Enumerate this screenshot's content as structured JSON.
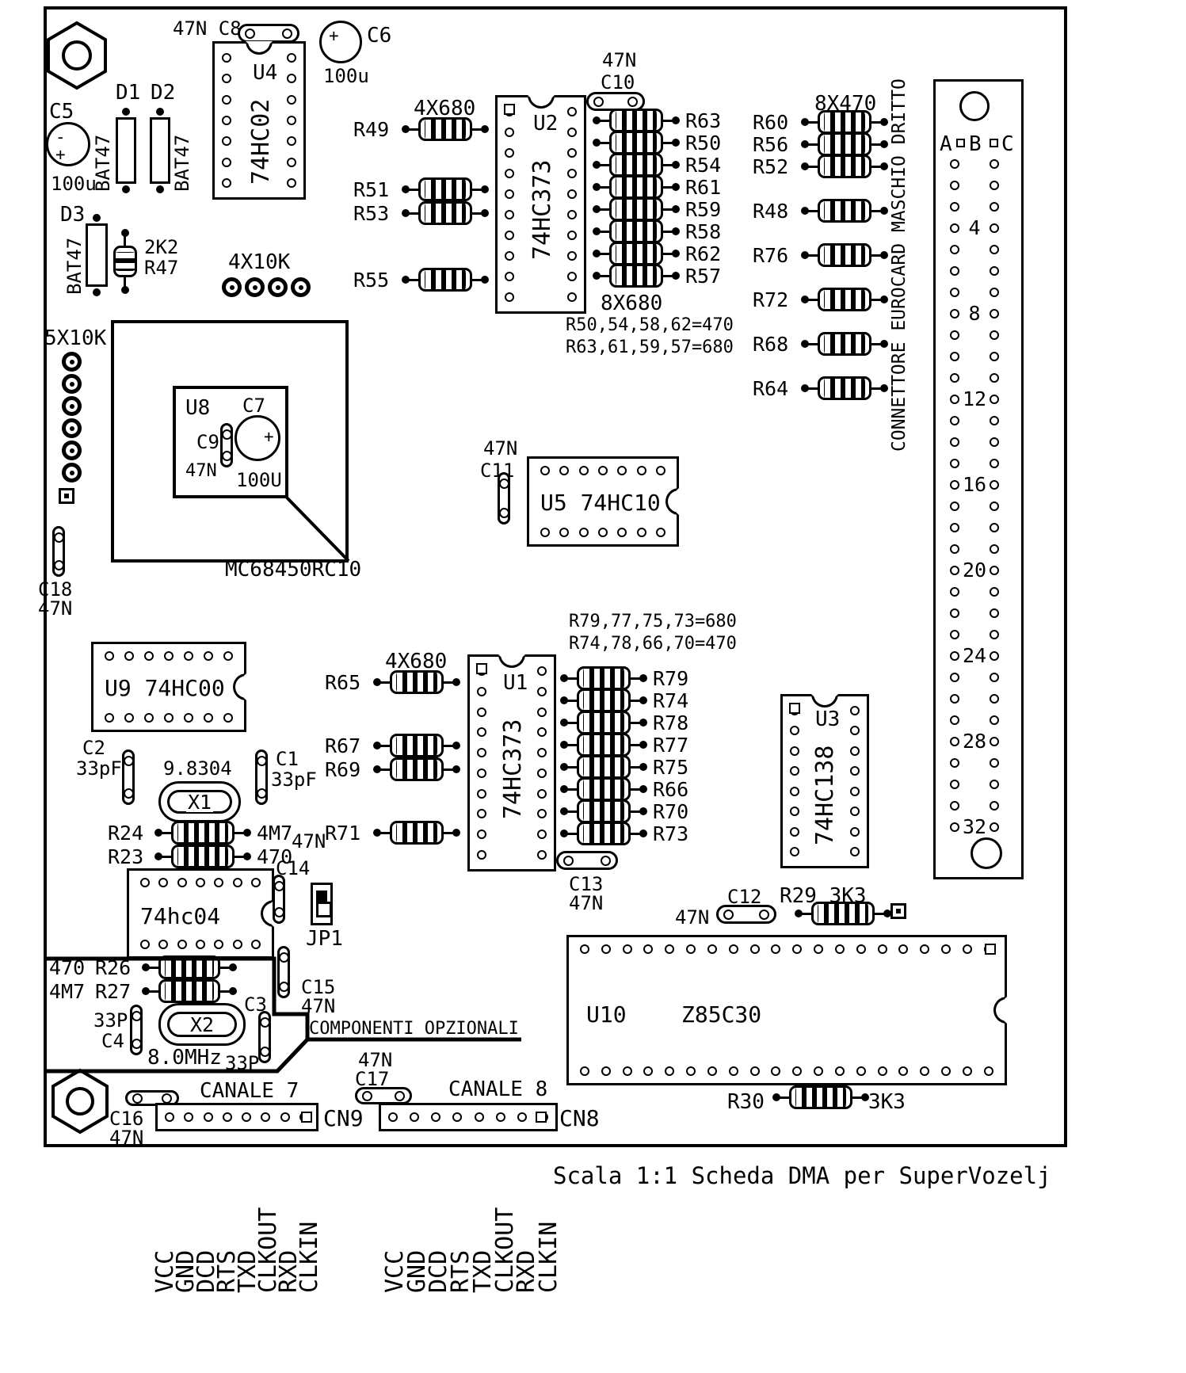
{
  "title": "Scala 1:1 Scheda DMA per SuperVozelj",
  "ics": {
    "u4_ref": "U4",
    "u4_part": "74HC02",
    "u2_ref": "U2",
    "u2_part": "74HC373",
    "u1_ref": "U1",
    "u1_part": "74HC373",
    "u3_ref": "U3",
    "u3_part": "74HC138",
    "u5_label": "U5 74HC10",
    "u9_label": "U9 74HC00",
    "u8_ref": "U8",
    "u8_part": "MC68450RC10",
    "u10_ref": "U10",
    "u10_part": "Z85C30",
    "u11_label": "74hc04"
  },
  "caps": {
    "c8_label": "47N C8",
    "c6_ref": "C6",
    "c6_val": "100u",
    "c6_mark": "+",
    "c5_ref": "C5",
    "c5_val": "100u",
    "c5_minus": "-",
    "c5_plus": "+",
    "c7_ref": "C7",
    "c7_val": "100U",
    "c7_mark": "+",
    "c9_ref": "C9",
    "c9_val": "47N",
    "c10_ref": "C10",
    "c10_val": "47N",
    "c11_ref": "C11",
    "c11_val": "47N",
    "c12_ref": "C12",
    "c12_val": "47N",
    "c13_ref": "C13",
    "c13_val": "47N",
    "c14_ref": "C14",
    "c14_val": "47N",
    "c15_ref": "C15",
    "c15_val": "47N",
    "c16_ref": "C16",
    "c16_val": "47N",
    "c17_ref": "C17",
    "c17_val": "47N",
    "c18_ref": "C18",
    "c18_val": "47N",
    "c1_ref": "C1",
    "c1_val": "33pF",
    "c2_ref": "C2",
    "c2_val": "33pF",
    "c3_ref": "C3",
    "c3_val": "33P",
    "c4_ref": "C4",
    "c4_val": "33P"
  },
  "diodes": {
    "d1_ref": "D1",
    "d1_part": "BAT47",
    "d2_ref": "D2",
    "d2_part": "BAT47",
    "d3_ref": "D3",
    "d3_part": "BAT47"
  },
  "resistors": {
    "r47_val": "2K2",
    "r47_ref": "R47",
    "r29_label": "R29 3K3",
    "r30_ref": "R30",
    "r30_val": "3K3",
    "sil4": "4X10K",
    "sil5": "5X10K",
    "bank8_680_title": "8X680",
    "bank8_470_title": "8X470",
    "bank4_top_title": "4X680",
    "bank4_mid_title": "4X680"
  },
  "notes": {
    "n1": "R50,54,58,62=470",
    "n2": "R63,61,59,57=680",
    "n3": "R79,77,75,73=680",
    "n4": "R74,78,66,70=470",
    "optional": "COMPONENTI OPZIONALI"
  },
  "banks": {
    "u2_right": [
      "R63",
      "R50",
      "R54",
      "R61",
      "R59",
      "R58",
      "R62",
      "R57"
    ],
    "x470": [
      "R60",
      "R56",
      "R52",
      "R48",
      "R76",
      "R72",
      "R68",
      "R64"
    ],
    "top4": [
      "R49",
      "R51",
      "R53",
      "R55"
    ],
    "mid4": [
      "R65",
      "R67",
      "R69",
      "R71"
    ],
    "u1_right": [
      "R79",
      "R74",
      "R78",
      "R77",
      "R75",
      "R66",
      "R70",
      "R73"
    ],
    "xtal_top": [
      {
        "ref": "R24",
        "val": "4M7"
      },
      {
        "ref": "R23",
        "val": "470"
      }
    ],
    "xtal_bot": [
      {
        "val": "470",
        "ref": "R26"
      },
      {
        "val": "4M7",
        "ref": "R27"
      }
    ]
  },
  "crystals": {
    "x1_ref": "X1",
    "x1_freq": "9.8304",
    "x2_ref": "X2",
    "x2_freq": "8.0MHz"
  },
  "jumper": {
    "label": "JP1"
  },
  "connector": {
    "vertical_name": "CONNETTORE EUROCARD MASCHIO DRITTO",
    "col_a": "A",
    "col_b": "B",
    "col_c": "C",
    "row_numbers": [
      "4",
      "8",
      "12",
      "16",
      "20",
      "24",
      "28",
      "32"
    ]
  },
  "headers": {
    "cn9_label": "CN9",
    "cn9_channel": "CANALE 7",
    "cn8_label": "CN8",
    "cn8_channel": "CANALE 8",
    "pins": [
      "VCC",
      "GND",
      "DCD",
      "RTS",
      "TXD",
      "CLKOUT",
      "RXD",
      "CLKIN"
    ]
  }
}
